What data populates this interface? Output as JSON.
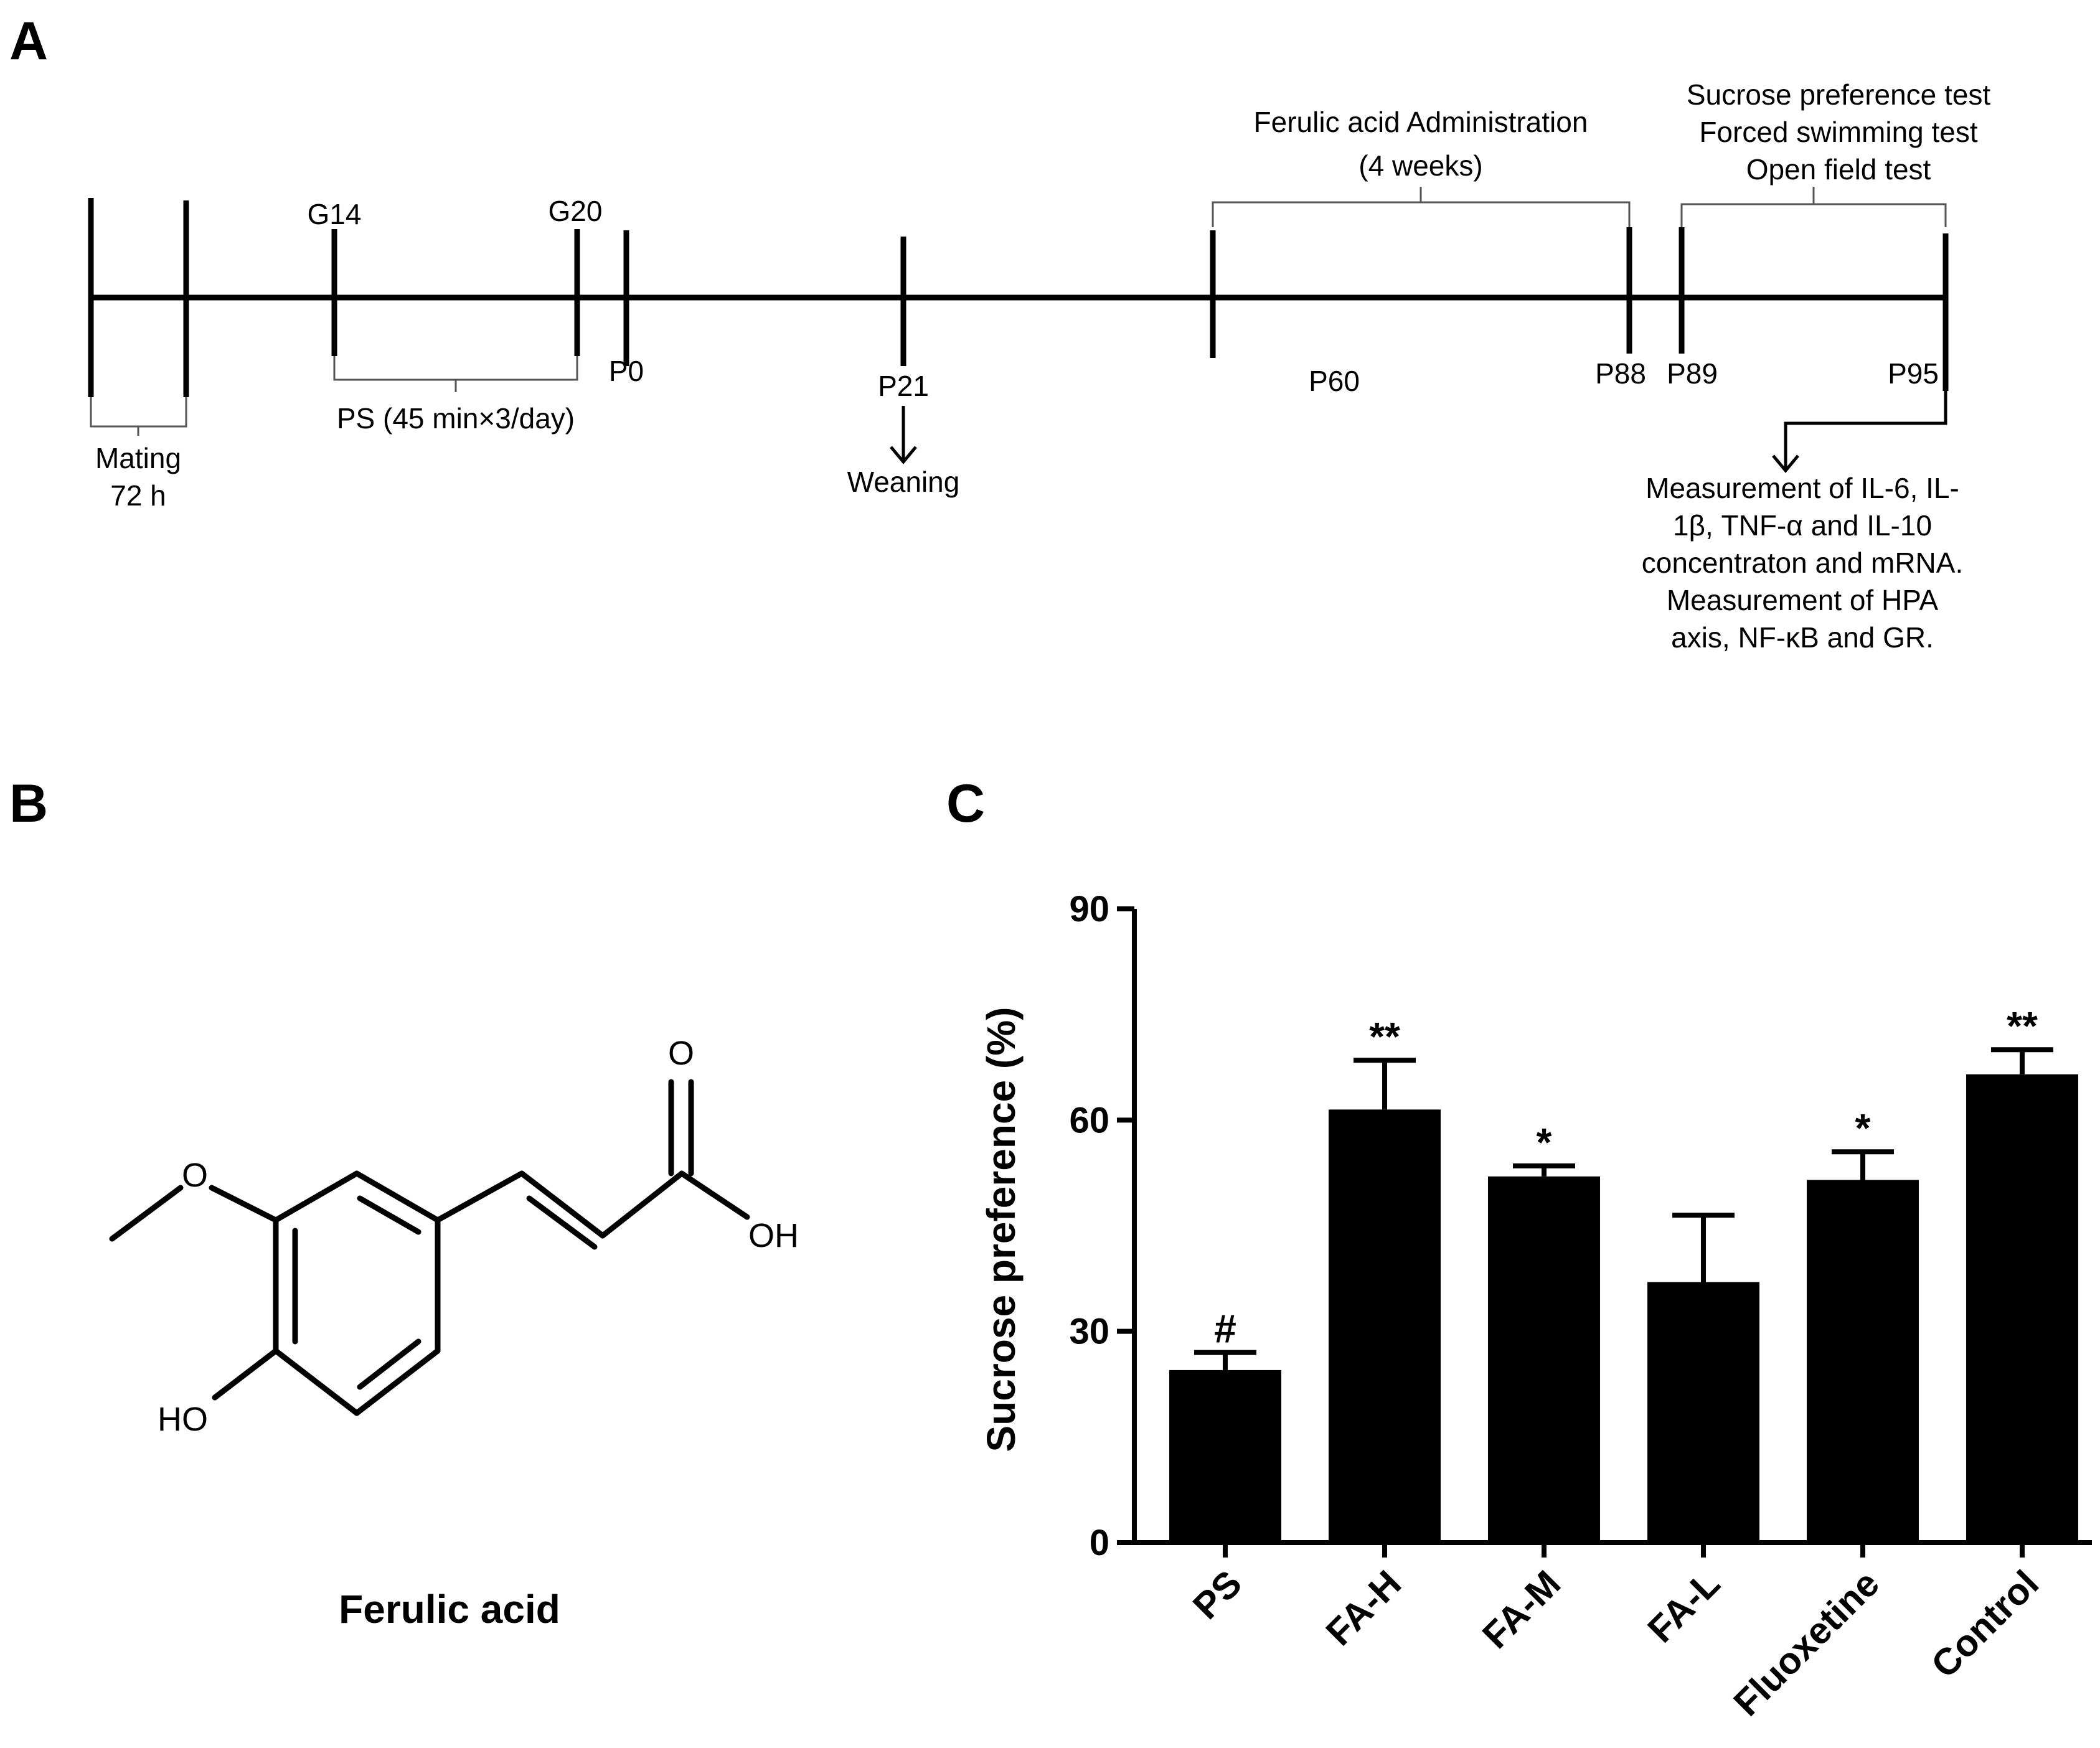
{
  "panel_labels": {
    "a": "A",
    "b": "B",
    "c": "C"
  },
  "timeline": {
    "top_labels": {
      "g14": "G14",
      "g20": "G20"
    },
    "bottom_labels": {
      "p0": "P0",
      "p21": "P21",
      "p60": "P60",
      "p88": "P88",
      "p89": "P89",
      "p95": "P95"
    },
    "mating": {
      "line1": "Mating",
      "line2": "72 h"
    },
    "ps": "PS (45 min×3/day)",
    "weaning": "Weaning",
    "ferulic_admin": {
      "line1": "Ferulic acid Administration",
      "line2": "(4 weeks)"
    },
    "tests": [
      "Sucrose preference test",
      "Forced swimming test",
      "Open field test"
    ],
    "measurements": [
      "Measurement of IL-6, IL-",
      "1β, TNF-α and IL-10",
      "concentraton and mRNA.",
      "Measurement of HPA",
      "axis, NF-κB and GR."
    ]
  },
  "structure": {
    "name": "Ferulic acid",
    "atoms": {
      "o_carbonyl": "O",
      "oh": "OH",
      "o_methoxy": "O",
      "ho": "HO"
    }
  },
  "chart_data": {
    "type": "bar",
    "categories": [
      "PS",
      "FA-H",
      "FA-M",
      "FA-L",
      "Fluoxetine",
      "Control"
    ],
    "values": [
      24.5,
      61.5,
      52,
      37,
      51.5,
      66.5
    ],
    "errors": [
      2.5,
      7,
      1.5,
      9.5,
      4,
      3.5
    ],
    "annotations": [
      "#",
      "**",
      "*",
      "",
      "*",
      "**"
    ],
    "ylabel": "Sucrose preference (%)",
    "xlabel": "",
    "ylim": [
      0,
      90
    ],
    "yticks": [
      0,
      30,
      60,
      90
    ],
    "bar_color": "#000000"
  }
}
